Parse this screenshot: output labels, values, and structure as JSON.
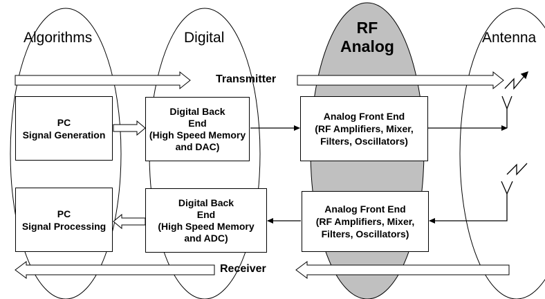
{
  "domains": {
    "algorithms": "Algorithms",
    "digital": "Digital",
    "rf_line1": "RF",
    "rf_line2": "Analog",
    "antenna": "Antenna"
  },
  "flows": {
    "transmitter": "Transmitter",
    "receiver": "Receiver"
  },
  "tx_chain": {
    "pc": [
      "PC",
      "Signal Generation"
    ],
    "digital_back_end": [
      "Digital Back",
      "End",
      "(High Speed Memory",
      "and DAC)"
    ],
    "analog_front_end": [
      "Analog Front End",
      "(RF Amplifiers, Mixer,",
      "Filters, Oscillators)"
    ]
  },
  "rx_chain": {
    "pc": [
      "PC",
      "Signal Processing"
    ],
    "digital_back_end": [
      "Digital Back",
      "End",
      "(High Speed Memory",
      "and ADC)"
    ],
    "analog_front_end": [
      "Analog Front End",
      "(RF Amplifiers, Mixer,",
      "Filters, Oscillators)"
    ]
  },
  "colors": {
    "rf_fill": "#c0c0c0",
    "stroke": "#000000"
  }
}
